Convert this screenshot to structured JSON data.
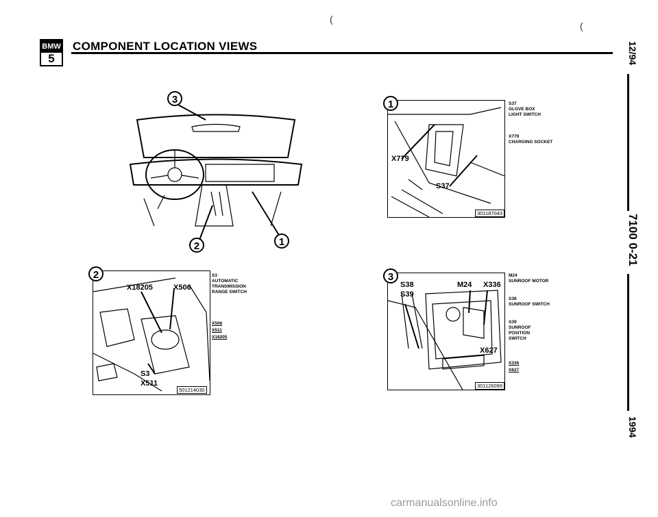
{
  "header": {
    "logo_top": "BMW",
    "logo_bottom": "5",
    "title": "COMPONENT LOCATION VIEWS",
    "marks": [
      "(",
      "("
    ]
  },
  "side_column": {
    "date": "12/94",
    "page": "7100 0-21",
    "year": "1994"
  },
  "overview": {
    "callouts": [
      "3",
      "2",
      "1"
    ]
  },
  "panel_1": {
    "number": "1",
    "labels": [
      "X779",
      "S37"
    ],
    "part_no": "301187043",
    "captions": [
      {
        "code": "S37",
        "lines": [
          "GLOVE BOX",
          "LIGHT SWITCH"
        ]
      },
      {
        "code": "X779",
        "lines": [
          "CHARGING SOCKET"
        ]
      }
    ]
  },
  "panel_2": {
    "number": "2",
    "labels": [
      "X18205",
      "X506",
      "S3",
      "X511"
    ],
    "part_no": "501214030",
    "captions": [
      {
        "code": "S3",
        "lines": [
          "AUTOMATIC",
          "TRANSMISSION",
          "RANGE SWITCH"
        ]
      }
    ],
    "connectors": [
      "X506",
      "X511",
      "X18205"
    ]
  },
  "panel_3": {
    "number": "3",
    "labels": [
      "S38",
      "S39",
      "M24",
      "X336",
      "X627"
    ],
    "part_no": "301126099",
    "captions": [
      {
        "code": "M24",
        "lines": [
          "SUNROOF MOTOR"
        ]
      },
      {
        "code": "S38",
        "lines": [
          "SUNROOF SWITCH"
        ]
      },
      {
        "code": "S39",
        "lines": [
          "SUNROOF",
          "POSITION",
          "SWITCH"
        ]
      }
    ],
    "connectors": [
      "X336",
      "X627"
    ]
  },
  "watermark": "carmanualsonline.info"
}
